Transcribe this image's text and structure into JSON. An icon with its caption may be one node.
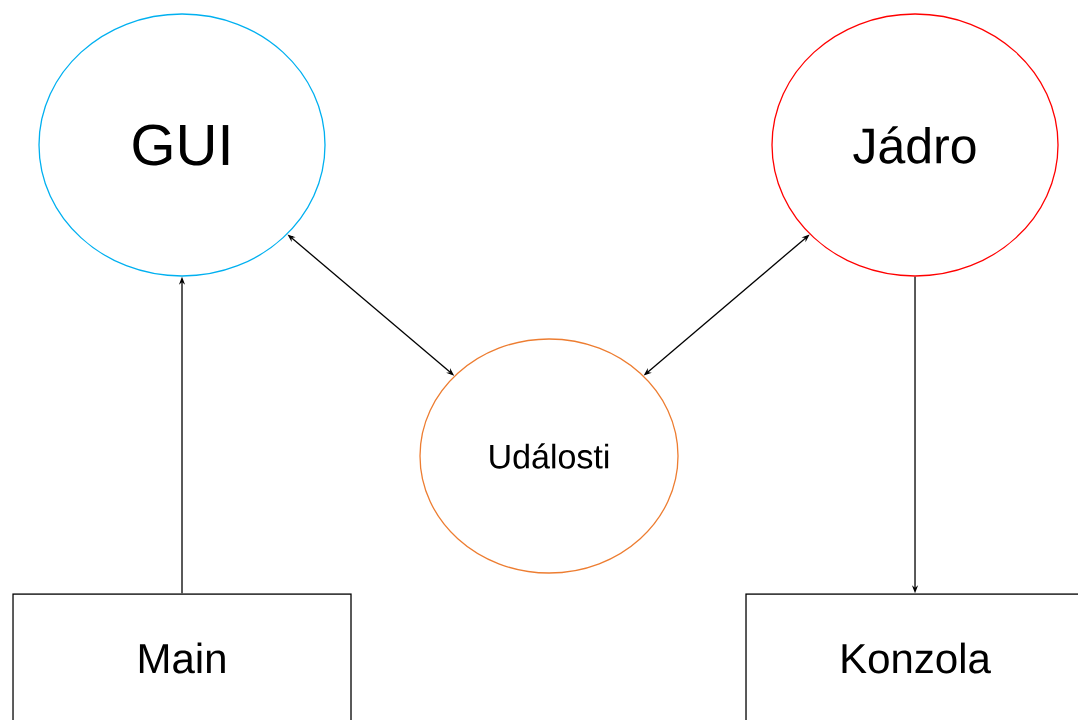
{
  "diagram": {
    "nodes": [
      {
        "text": [
          "GUI"
        ]
      },
      {
        "text": [
          "Jádro"
        ]
      },
      {
        "text": [
          "Události"
        ]
      },
      {
        "text": [
          "Main"
        ]
      },
      {
        "text": [
          "Konzola"
        ]
      }
    ],
    "edges": [
      {
        "from": 3,
        "to": 0,
        "arrow": "to"
      },
      {
        "from": 0,
        "to": 2,
        "arrow": "both"
      },
      {
        "from": 1,
        "to": 2,
        "arrow": "both"
      },
      {
        "from": 1,
        "to": 4,
        "arrow": "to"
      }
    ]
  }
}
